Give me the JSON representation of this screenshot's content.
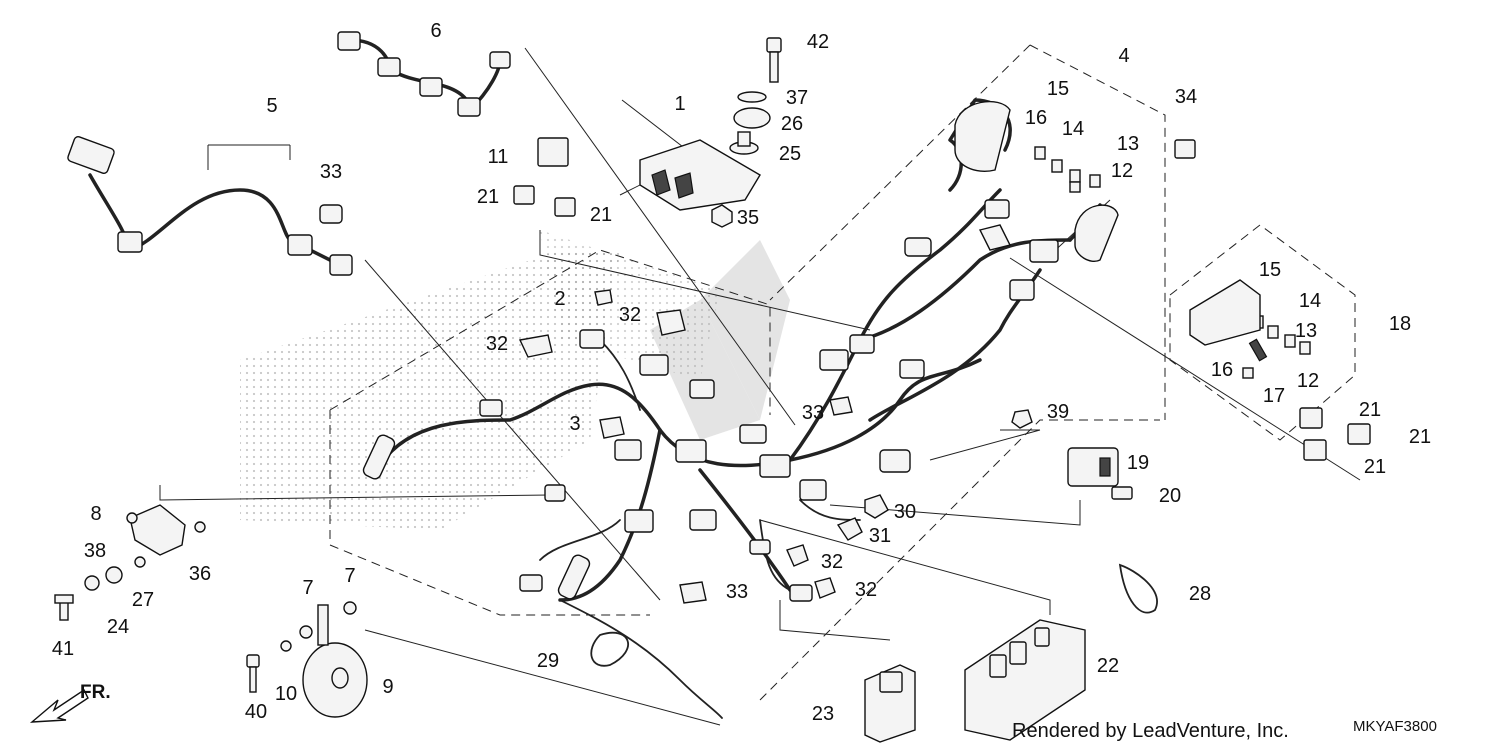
{
  "callouts": [
    {
      "id": "c1",
      "label": "1"
    },
    {
      "id": "c2",
      "label": "2"
    },
    {
      "id": "c3",
      "label": "3"
    },
    {
      "id": "c4",
      "label": "4"
    },
    {
      "id": "c5",
      "label": "5"
    },
    {
      "id": "c6",
      "label": "6"
    },
    {
      "id": "c7a",
      "label": "7"
    },
    {
      "id": "c7b",
      "label": "7"
    },
    {
      "id": "c8",
      "label": "8"
    },
    {
      "id": "c9",
      "label": "9"
    },
    {
      "id": "c10",
      "label": "10"
    },
    {
      "id": "c11",
      "label": "11"
    },
    {
      "id": "c12a",
      "label": "12"
    },
    {
      "id": "c12b",
      "label": "12"
    },
    {
      "id": "c13a",
      "label": "13"
    },
    {
      "id": "c13b",
      "label": "13"
    },
    {
      "id": "c14a",
      "label": "14"
    },
    {
      "id": "c14b",
      "label": "14"
    },
    {
      "id": "c15a",
      "label": "15"
    },
    {
      "id": "c15b",
      "label": "15"
    },
    {
      "id": "c16a",
      "label": "16"
    },
    {
      "id": "c16b",
      "label": "16"
    },
    {
      "id": "c17",
      "label": "17"
    },
    {
      "id": "c18",
      "label": "18"
    },
    {
      "id": "c19",
      "label": "19"
    },
    {
      "id": "c20",
      "label": "20"
    },
    {
      "id": "c21a",
      "label": "21"
    },
    {
      "id": "c21b",
      "label": "21"
    },
    {
      "id": "c21c",
      "label": "21"
    },
    {
      "id": "c21d",
      "label": "21"
    },
    {
      "id": "c21e",
      "label": "21"
    },
    {
      "id": "c22",
      "label": "22"
    },
    {
      "id": "c23",
      "label": "23"
    },
    {
      "id": "c24",
      "label": "24"
    },
    {
      "id": "c25",
      "label": "25"
    },
    {
      "id": "c26",
      "label": "26"
    },
    {
      "id": "c27",
      "label": "27"
    },
    {
      "id": "c28",
      "label": "28"
    },
    {
      "id": "c29",
      "label": "29"
    },
    {
      "id": "c30",
      "label": "30"
    },
    {
      "id": "c31",
      "label": "31"
    },
    {
      "id": "c32a",
      "label": "32"
    },
    {
      "id": "c32b",
      "label": "32"
    },
    {
      "id": "c32c",
      "label": "32"
    },
    {
      "id": "c32d",
      "label": "32"
    },
    {
      "id": "c33a",
      "label": "33"
    },
    {
      "id": "c33b",
      "label": "33"
    },
    {
      "id": "c33c",
      "label": "33"
    },
    {
      "id": "c34",
      "label": "34"
    },
    {
      "id": "c35",
      "label": "35"
    },
    {
      "id": "c36",
      "label": "36"
    },
    {
      "id": "c37",
      "label": "37"
    },
    {
      "id": "c38",
      "label": "38"
    },
    {
      "id": "c39",
      "label": "39"
    },
    {
      "id": "c40",
      "label": "40"
    },
    {
      "id": "c41",
      "label": "41"
    },
    {
      "id": "c42",
      "label": "42"
    }
  ],
  "footer": {
    "credit": "Rendered by LeadVenture, Inc.",
    "diagram_code": "MKYAF3800"
  },
  "direction_label": "FR."
}
